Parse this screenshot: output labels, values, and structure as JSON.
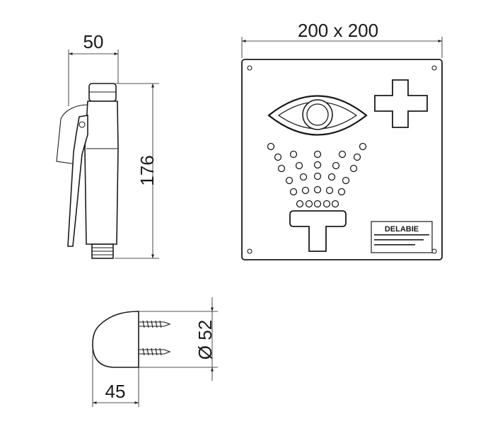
{
  "dimensions": {
    "shower_width": "50",
    "shower_height": "176",
    "sign_size": "200 x 200",
    "wall_diameter": "Ø 52",
    "wall_depth": "45"
  },
  "sign": {
    "brand": "DELABIE"
  },
  "colors": {
    "line": "#1a1a1a",
    "background": "#ffffff"
  }
}
